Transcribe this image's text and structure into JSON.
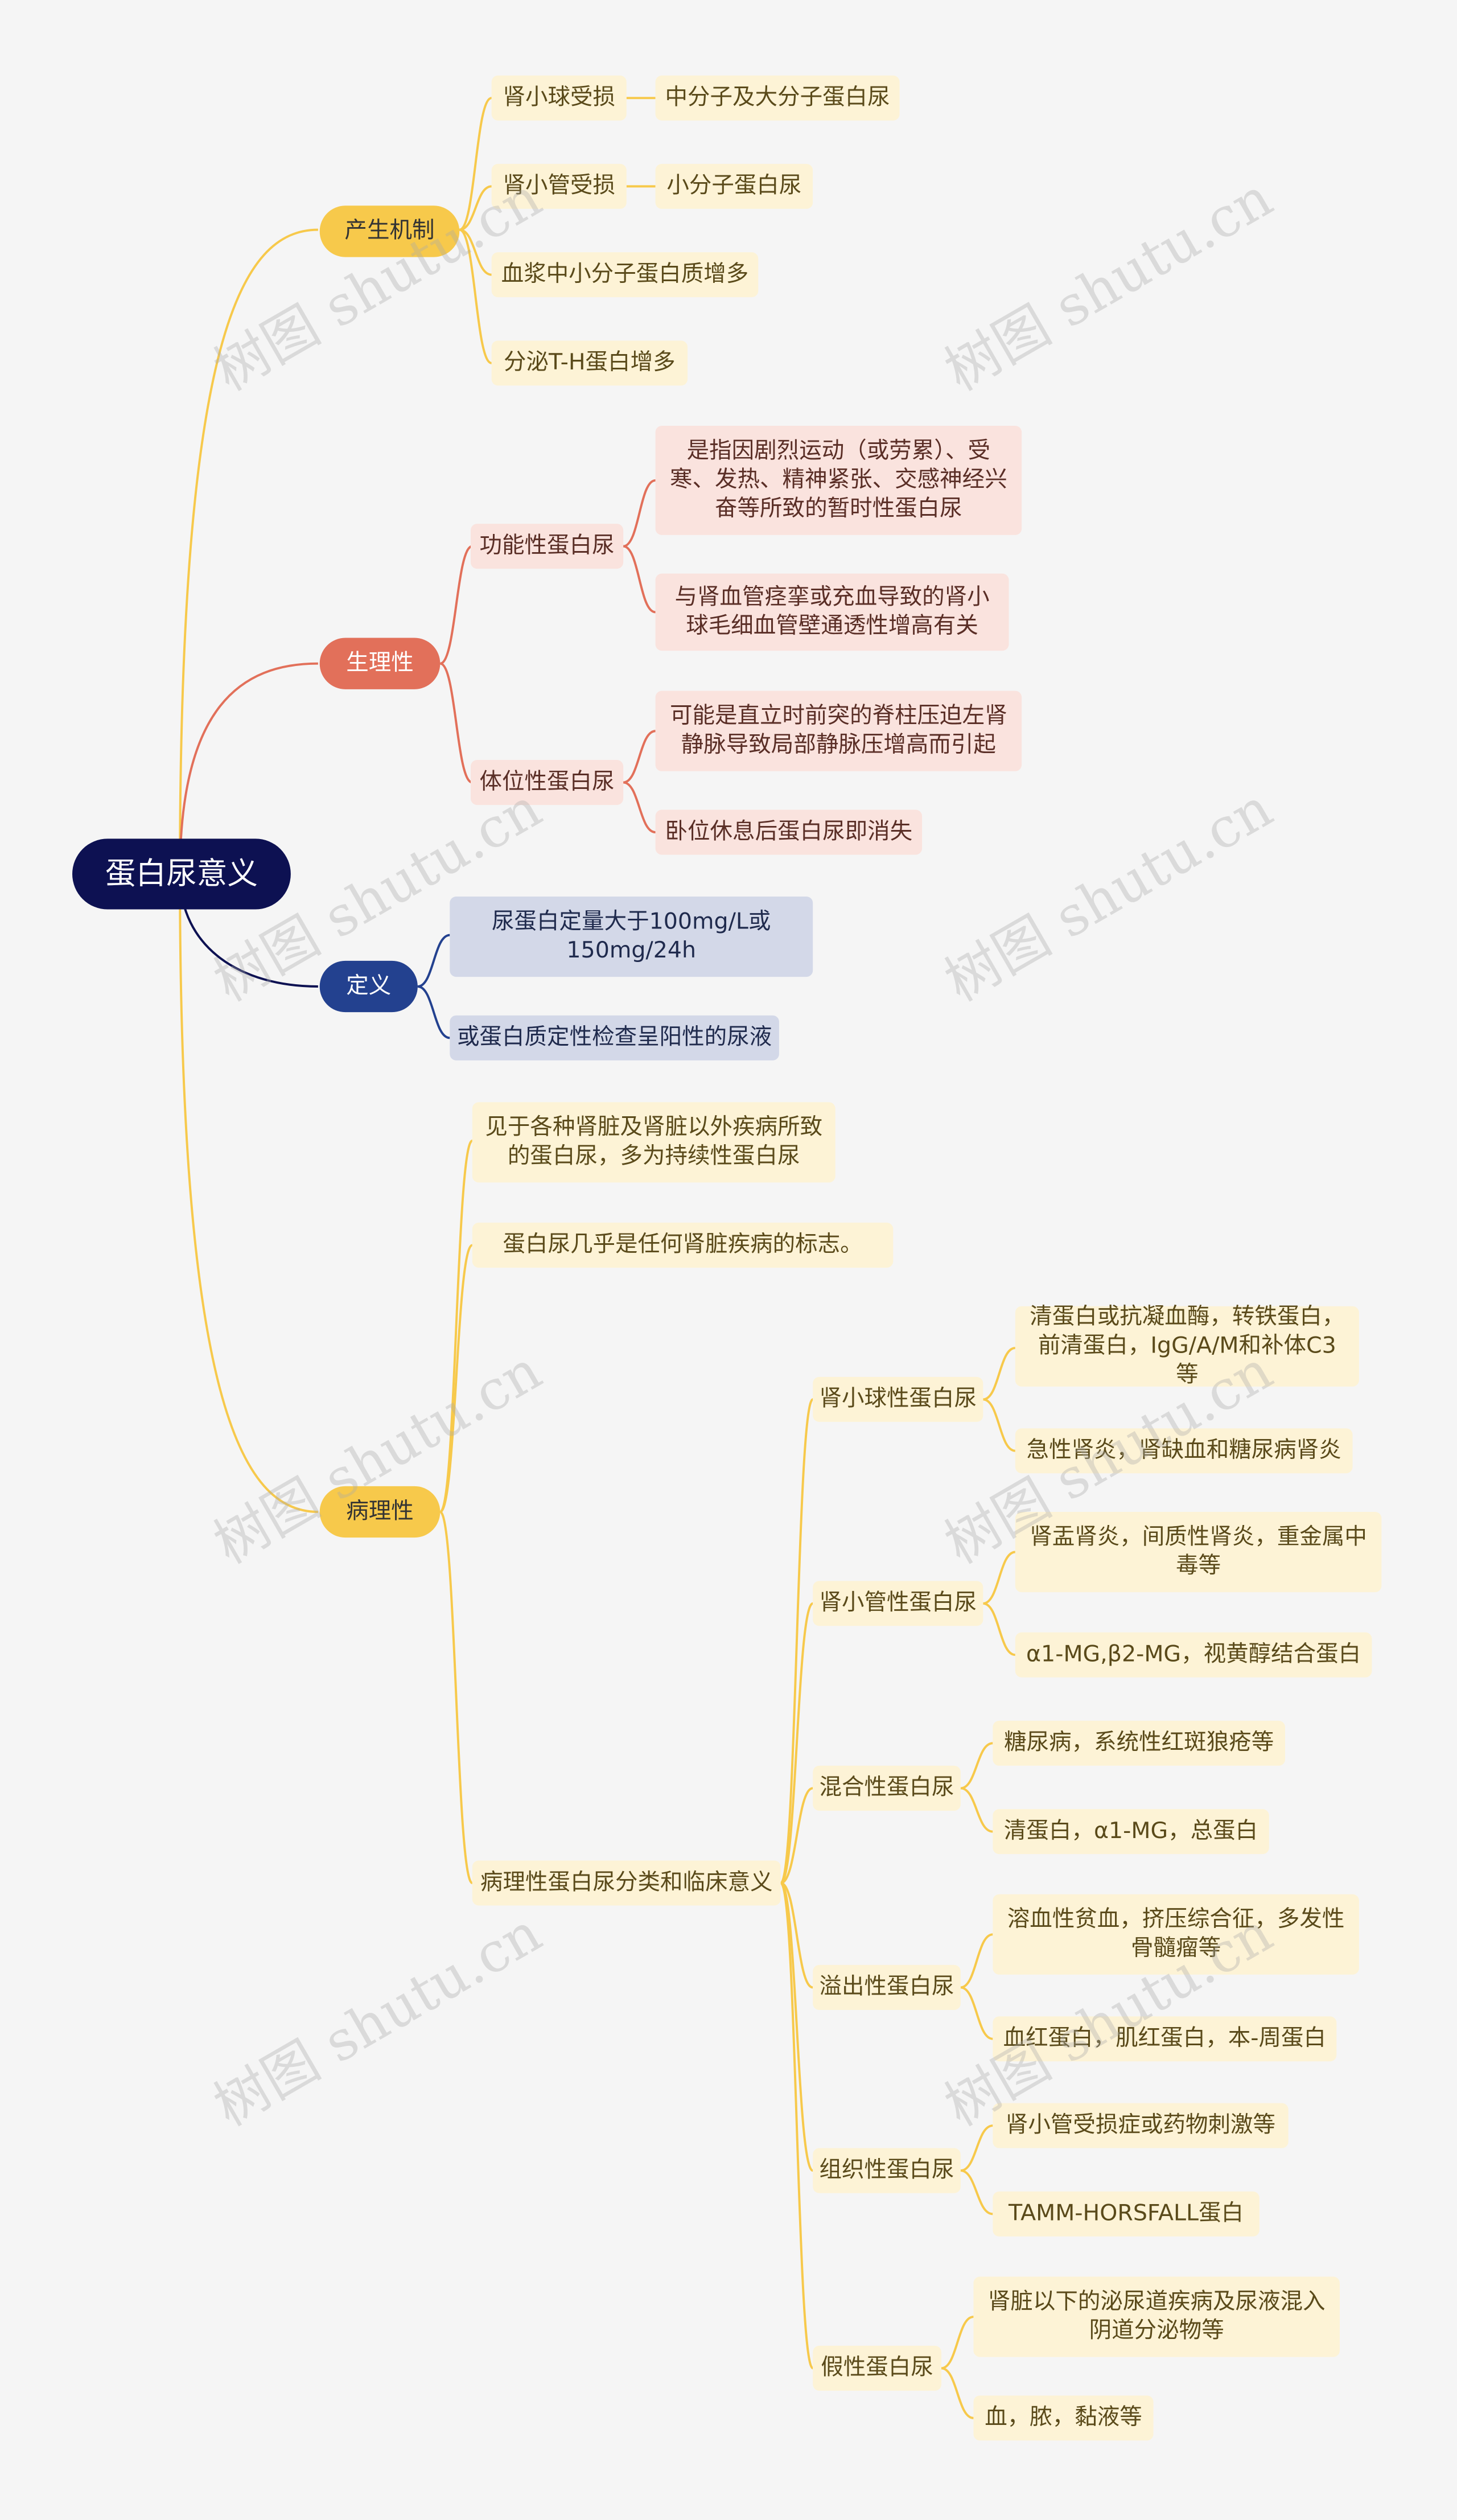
{
  "root": "蛋白尿意义",
  "watermark": "树图 shutu.cn",
  "colors": {
    "yellow": "#f7c94b",
    "red": "#e2705a",
    "navy": "#0d1152",
    "blue": "#23418f"
  },
  "branches": {
    "mechanism": {
      "label": "产生机制",
      "items": [
        {
          "label": "肾小球受损",
          "child": "中分子及大分子蛋白尿"
        },
        {
          "label": "肾小管受损",
          "child": "小分子蛋白尿"
        },
        {
          "label": "血浆中小分子蛋白质增多"
        },
        {
          "label": "分泌T-H蛋白增多"
        }
      ]
    },
    "physiological": {
      "label": "生理性",
      "functional": {
        "label": "功能性蛋白尿",
        "children": [
          "是指因剧烈运动（或劳累）、受寒、发热、精神紧张、交感神经兴奋等所致的暂时性蛋白尿",
          "与肾血管痉挛或充血导致的肾小球毛细血管壁通透性增高有关"
        ]
      },
      "postural": {
        "label": "体位性蛋白尿",
        "children": [
          "可能是直立时前突的脊柱压迫左肾静脉导致局部静脉压增高而引起",
          "卧位休息后蛋白尿即消失"
        ]
      }
    },
    "definition": {
      "label": "定义",
      "items": [
        "尿蛋白定量大于100mg/L或150mg/24h",
        "或蛋白质定性检查呈阳性的尿液"
      ]
    },
    "pathological": {
      "label": "病理性",
      "notes": [
        "见于各种肾脏及肾脏以外疾病所致的蛋白尿，多为持续性蛋白尿",
        "蛋白尿几乎是任何肾脏疾病的标志。"
      ],
      "classification": {
        "label": "病理性蛋白尿分类和临床意义",
        "types": [
          {
            "label": "肾小球性蛋白尿",
            "children": [
              "清蛋白或抗凝血酶，转铁蛋白，前清蛋白，IgG/A/M和补体C3等",
              "急性肾炎，肾缺血和糖尿病肾炎"
            ]
          },
          {
            "label": "肾小管性蛋白尿",
            "children": [
              "肾盂肾炎，间质性肾炎，重金属中毒等",
              "α1-MG,β2-MG，视黄醇结合蛋白"
            ]
          },
          {
            "label": "混合性蛋白尿",
            "children": [
              "糖尿病，系统性红斑狼疮等",
              "清蛋白，α1-MG，总蛋白"
            ]
          },
          {
            "label": "溢出性蛋白尿",
            "children": [
              "溶血性贫血，挤压综合征，多发性骨髓瘤等",
              "血红蛋白，肌红蛋白，本-周蛋白"
            ]
          },
          {
            "label": "组织性蛋白尿",
            "children": [
              "肾小管受损症或药物刺激等",
              "TAMM-HORSFALL蛋白"
            ]
          },
          {
            "label": "假性蛋白尿",
            "children": [
              "肾脏以下的泌尿道疾病及尿液混入阴道分泌物等",
              "血，脓，黏液等"
            ]
          }
        ]
      }
    }
  }
}
